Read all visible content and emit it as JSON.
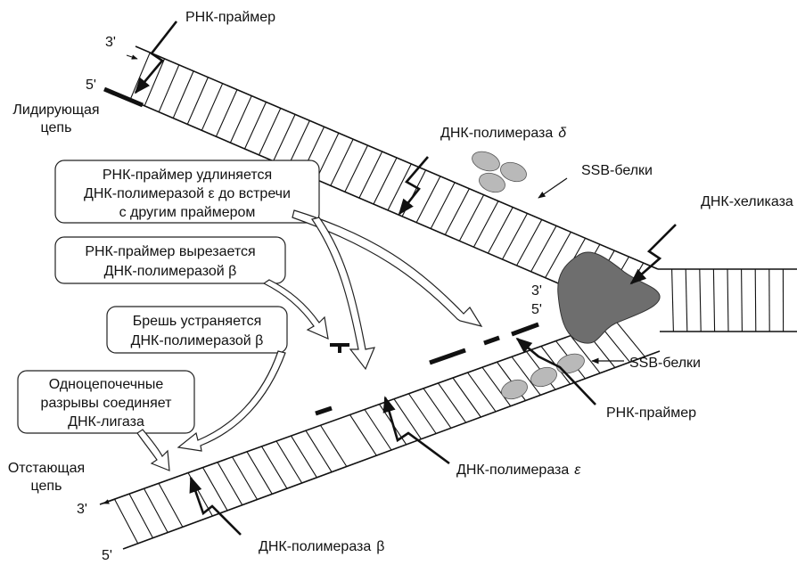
{
  "labels": {
    "rna_primer_top": "РНК-праймер",
    "three_prime_top": "3'",
    "five_prime_top": "5'",
    "leading_strand": [
      "Лидирующая",
      "цепь"
    ],
    "dna_pol_delta": "ДНК-полимераза",
    "delta_symbol": "δ",
    "ssb_top": "SSB-белки",
    "helicase": "ДНК-хеликаза",
    "fork_three_prime": "3'",
    "fork_five_prime": "5'",
    "ssb_bottom": "SSB-белки",
    "rna_primer_bottom": "РНК-праймер",
    "dna_pol_epsilon": "ДНК-полимераза",
    "epsilon_symbol": "ε",
    "lagging_strand": [
      "Отстающая",
      "цепь"
    ],
    "three_prime_bottom": "3'",
    "five_prime_bottom": "5'",
    "dna_pol_beta": "ДНК-полимераза",
    "beta_symbol": "β"
  },
  "callouts": {
    "elongation": [
      "РНК-праймер удлиняется",
      "ДНК-полимеразой ε до встречи",
      "с другим праймером"
    ],
    "excision": [
      "РНК-праймер вырезается",
      "ДНК-полимеразой β"
    ],
    "gap_fill": [
      "Брешь устраняется",
      "ДНК-полимеразой β"
    ],
    "ligation": [
      "Одноцепочечные",
      "разрывы соединяет",
      "ДНК-лигаза"
    ]
  }
}
